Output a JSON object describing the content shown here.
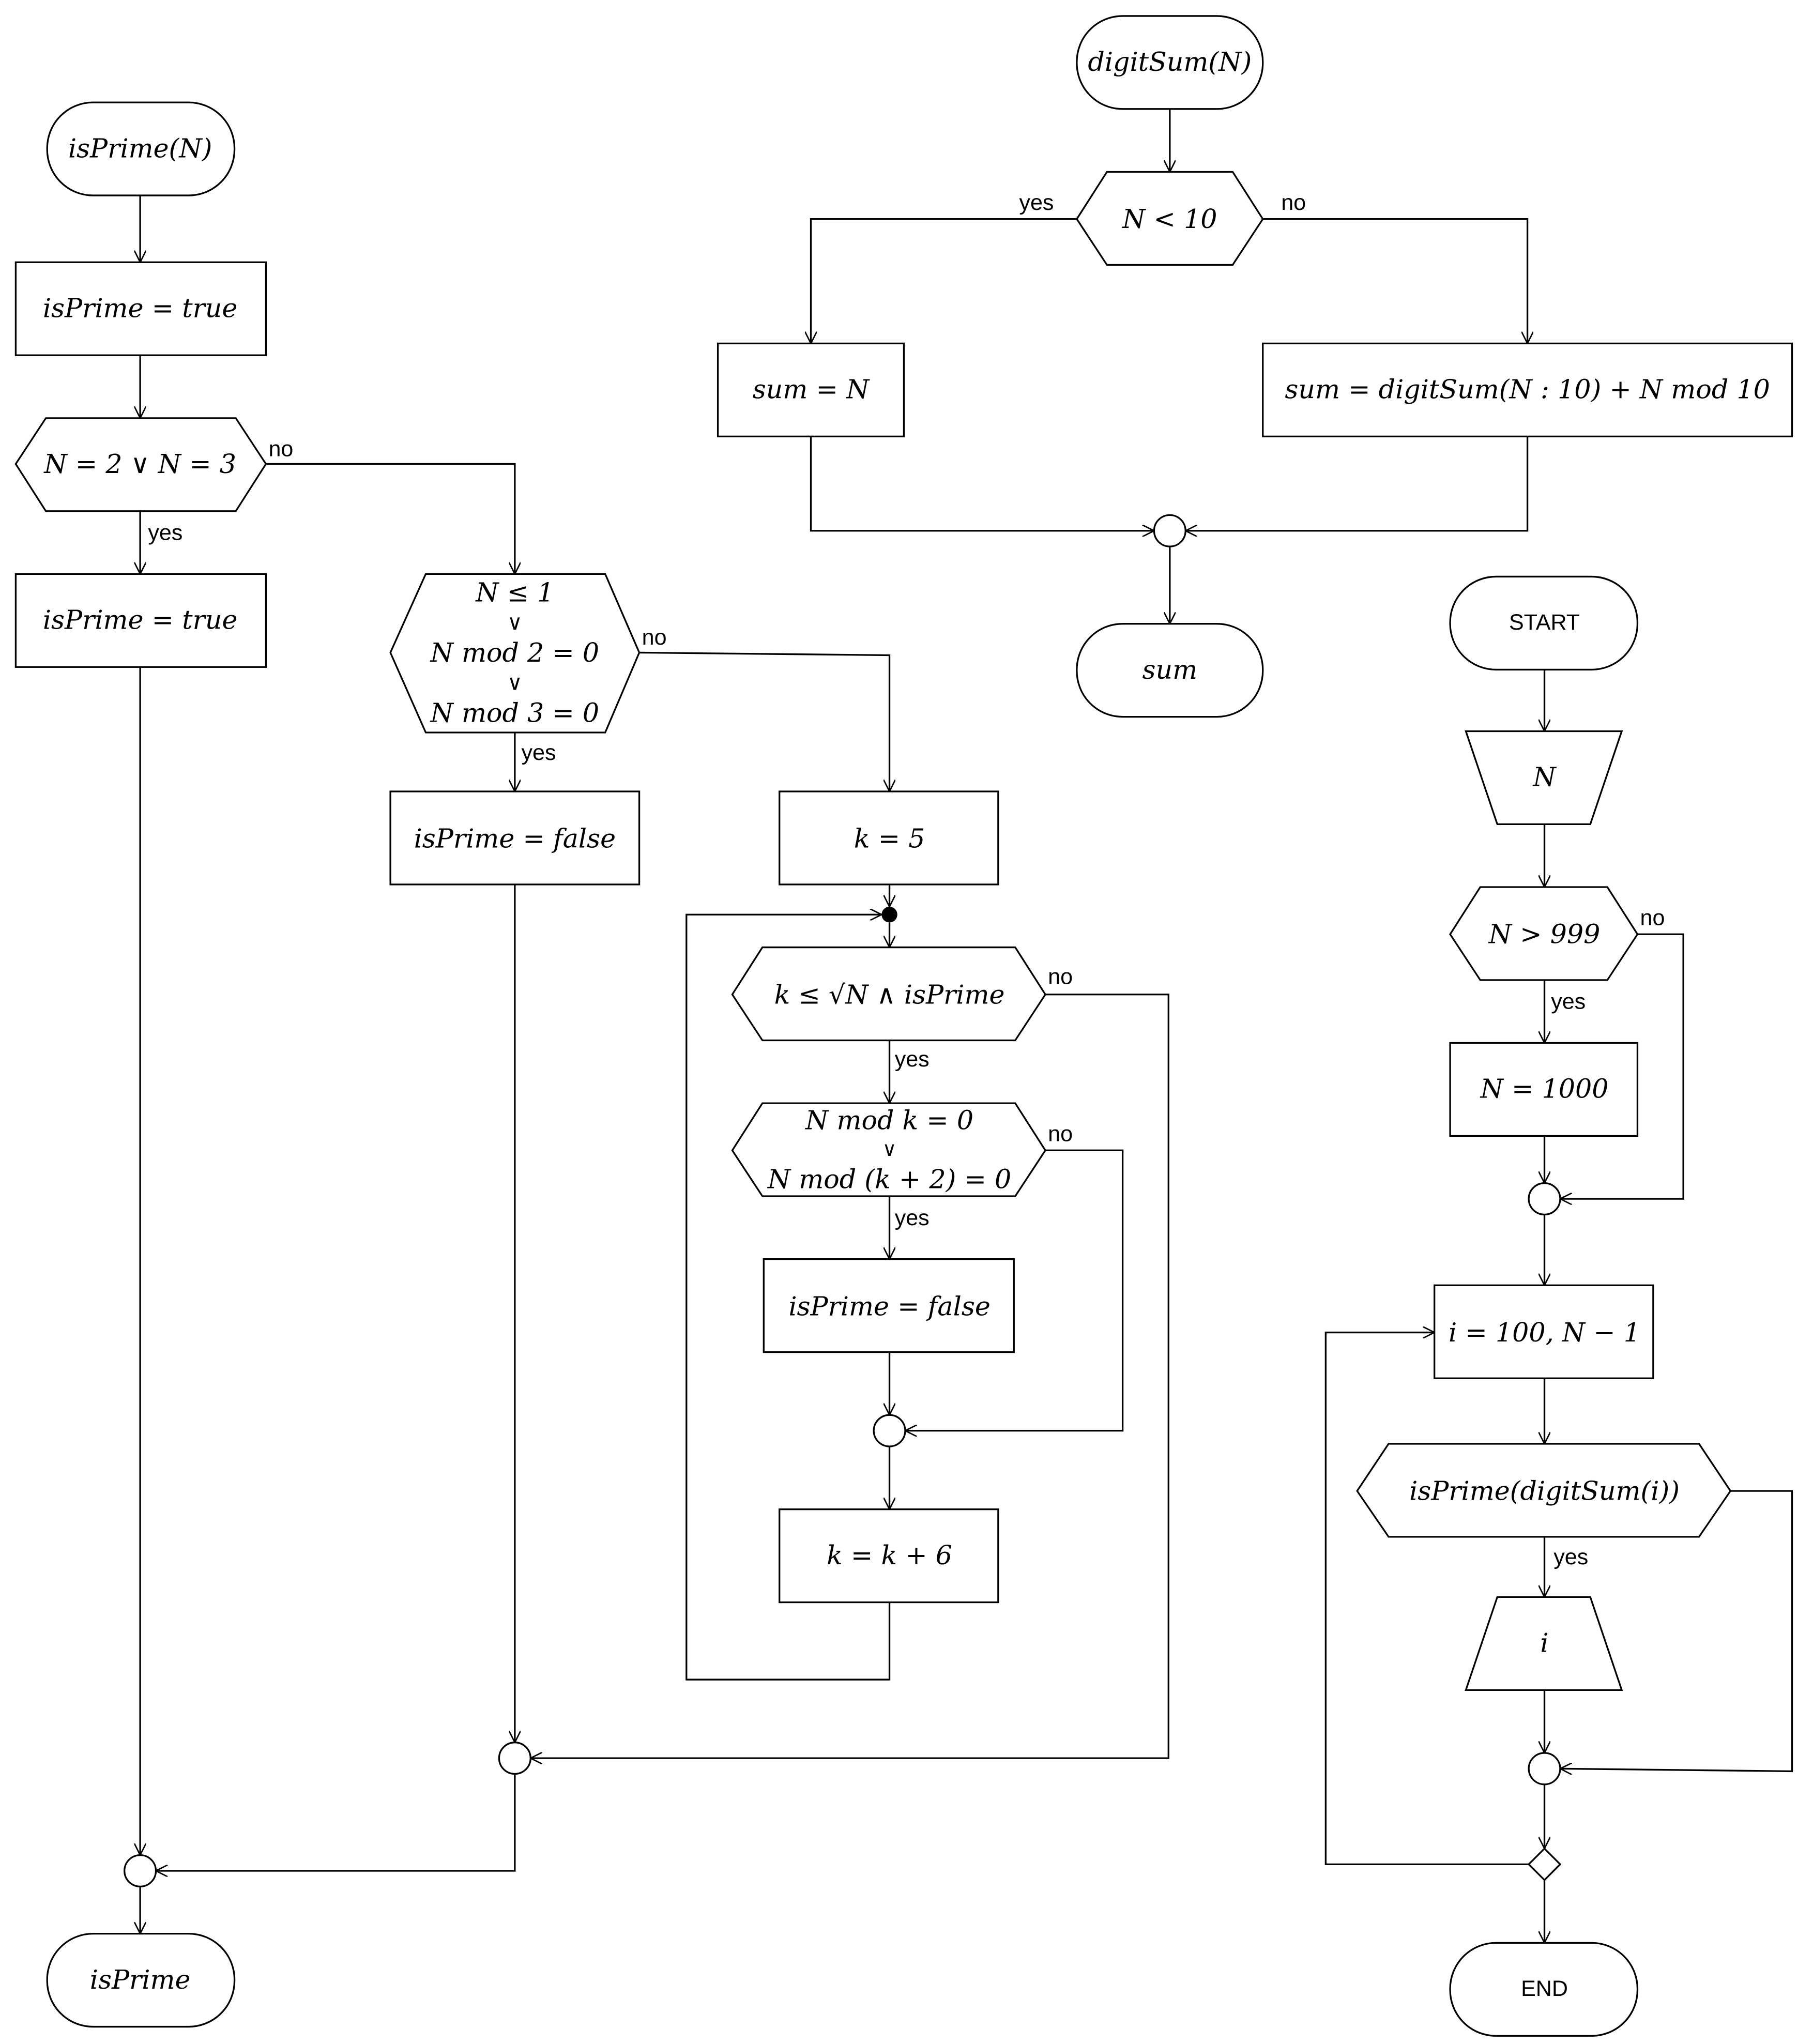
{
  "isprime_flow": {
    "start": "isPrime(N)",
    "init": "isPrime = true",
    "cond1": "N = 2 ∨ N = 3",
    "cond1_yes_action": "isPrime = true",
    "cond2_lines": [
      "N ≤ 1",
      "∨",
      "N mod 2 = 0",
      "∨",
      "N mod 3 = 0"
    ],
    "cond2_yes_action": "isPrime = false",
    "k_init": "k = 5",
    "loop_cond": "k ≤ √N ∧ isPrime",
    "cond3_lines": [
      "N mod k = 0",
      "∨",
      "N mod (k + 2) = 0"
    ],
    "cond3_yes_action": "isPrime = false",
    "k_step": "k = k + 6",
    "end": "isPrime"
  },
  "digitsum_flow": {
    "start": "digitSum(N)",
    "cond": "N < 10",
    "yes_action": "sum = N",
    "no_action": "sum = digitSum(N : 10) + N mod 10",
    "end": "sum"
  },
  "main_flow": {
    "start": "START",
    "input": "N",
    "cond": "N > 999",
    "yes_action": "N = 1000",
    "loop": "i = 100, N − 1",
    "loop_cond": "isPrime(digitSum(i))",
    "output": "i",
    "end": "END"
  },
  "labels": {
    "yes": "yes",
    "no": "no"
  }
}
